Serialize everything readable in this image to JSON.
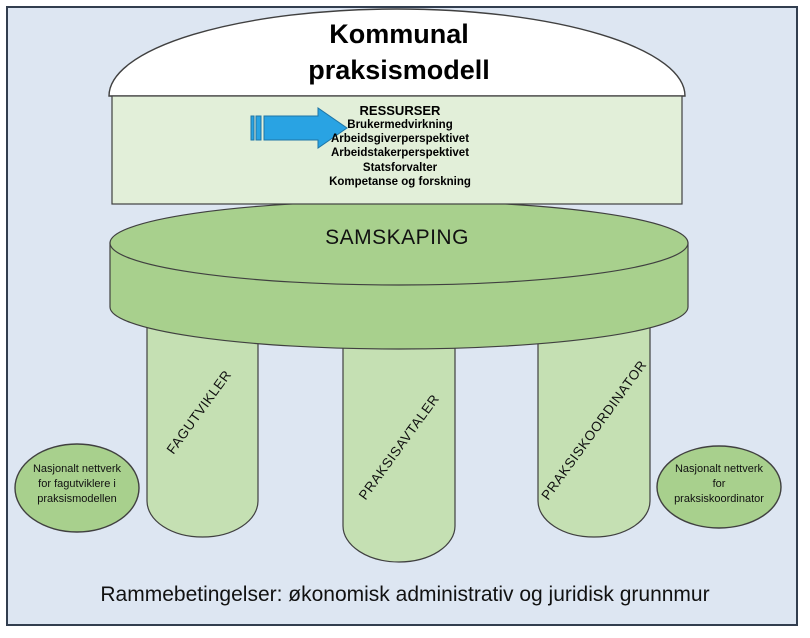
{
  "title": {
    "line1": "Kommunal",
    "line2": "praksismodell"
  },
  "resources": {
    "heading": "RESSURSER",
    "items": [
      "Brukermedvirkning",
      "Arbeidsgiverperspektivet",
      "Arbeidstakerperspektivet",
      "Statsforvalter",
      "Kompetanse og forskning"
    ]
  },
  "disc": {
    "label": "SAMSKAPING"
  },
  "pillars": [
    {
      "label": "FAGUTVIKLER"
    },
    {
      "label": "PRAKSISAVTALER"
    },
    {
      "label": "PRAKSISKOORDINATOR"
    }
  ],
  "networks": {
    "left": {
      "lines": [
        "Nasjonalt nettverk",
        "for fagutviklere i",
        "praksismodellen"
      ]
    },
    "right": {
      "lines": [
        "Nasjonalt nettverk",
        "for",
        "praksiskoordinator"
      ]
    }
  },
  "footer": {
    "text": "Rammebetingelser: økonomisk administrativ og juridisk grunnmur"
  },
  "colors": {
    "panel_background": "#dde6f2",
    "frame_border": "#323e4f",
    "dome_fill": "#ffffff",
    "resources_box_fill": "#e2efd9",
    "disc_fill": "#a8d08d",
    "pillar_fill": "#c5e0b3",
    "network_ellipse_fill": "#a8d08d",
    "shape_stroke": "#404040",
    "arrow_fill": "#29a3e3",
    "arrow_stroke": "#1f76a6"
  }
}
